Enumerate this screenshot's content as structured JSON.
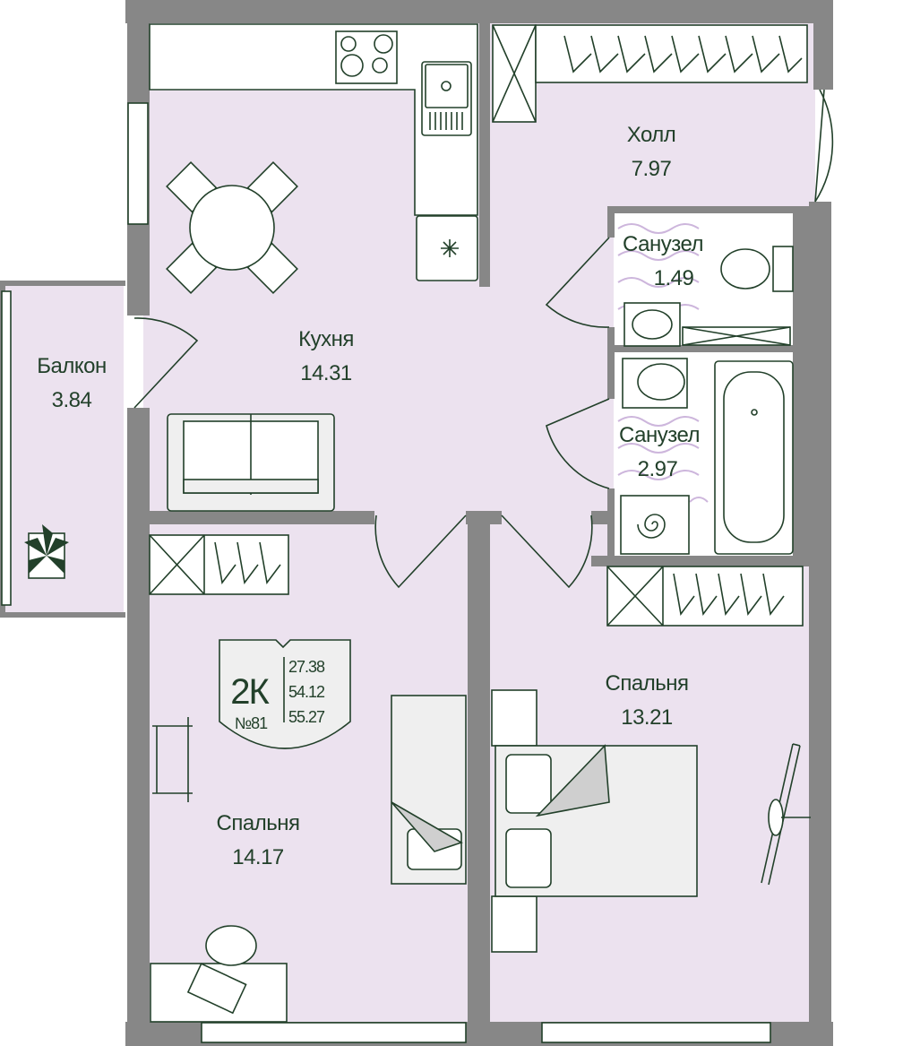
{
  "colors": {
    "wall": "#878787",
    "room": "#ece2ef",
    "ink": "#22402a",
    "furniture": "#ffffff"
  },
  "rooms": [
    {
      "name": "Холл",
      "area": "7.97"
    },
    {
      "name": "Санузел",
      "area": "1.49"
    },
    {
      "name": "Санузел",
      "area": "2.97"
    },
    {
      "name": "Кухня",
      "area": "14.31"
    },
    {
      "name": "Балкон",
      "area": "3.84"
    },
    {
      "name": "Спальня",
      "area": "13.21"
    },
    {
      "name": "Спальня",
      "area": "14.17"
    }
  ],
  "badge": {
    "type": "2К",
    "number": "№81",
    "living_area": "27.38",
    "area_without_balcony": "54.12",
    "total_area": "55.27"
  }
}
